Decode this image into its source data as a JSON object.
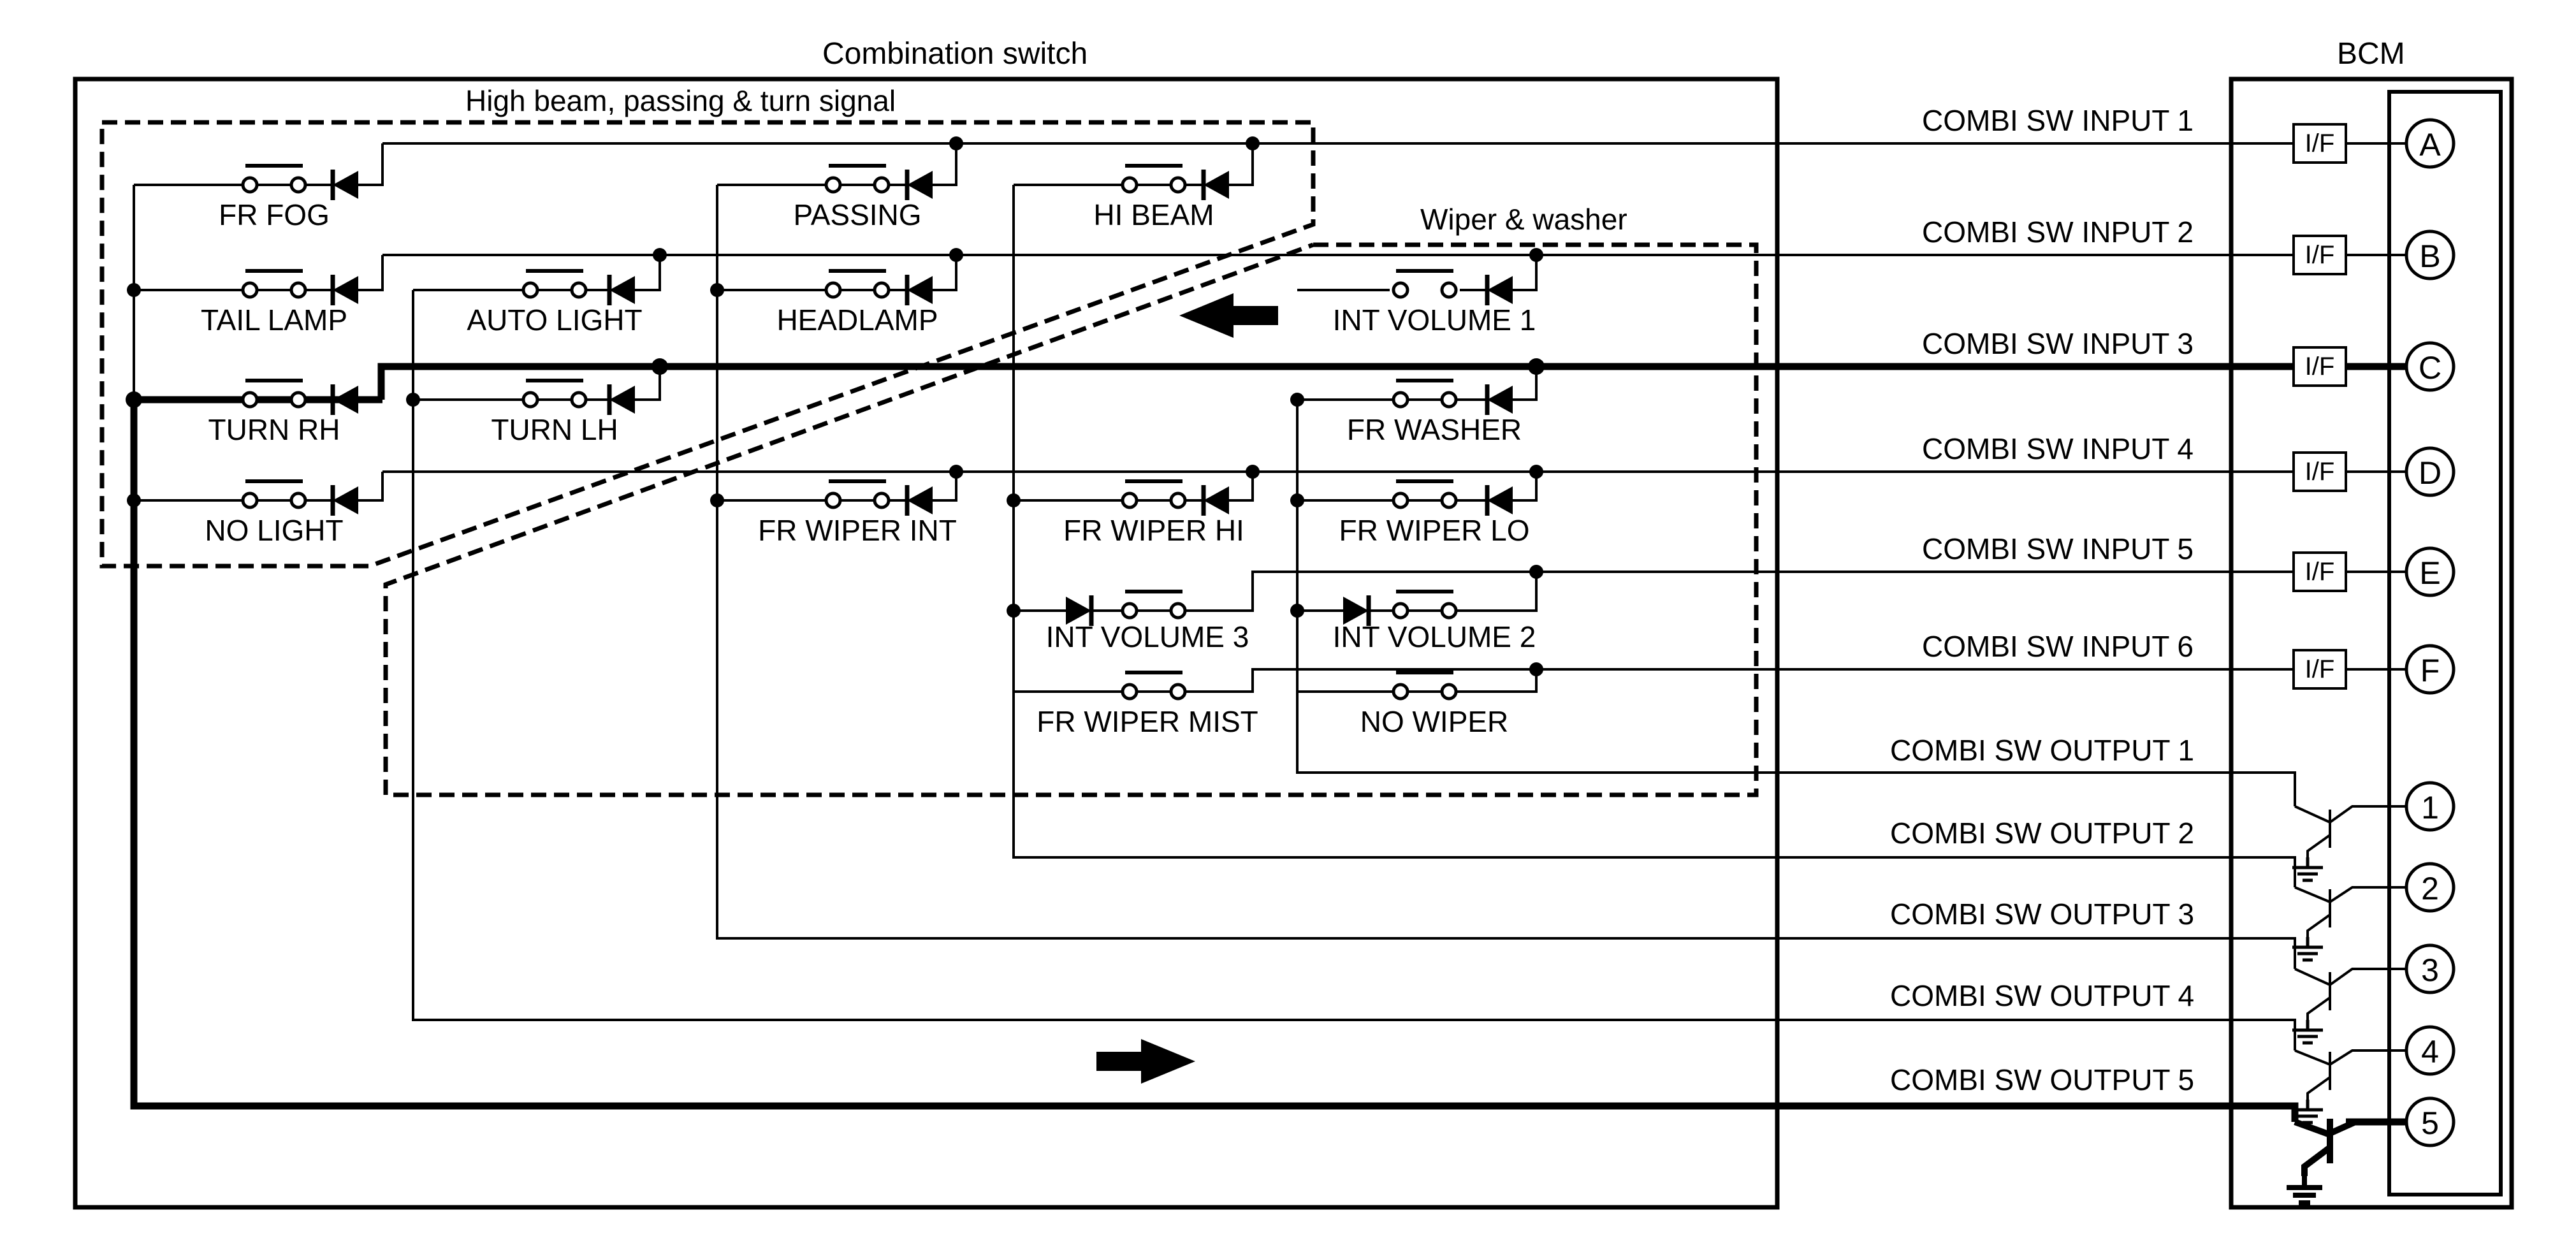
{
  "titles": {
    "combination_switch": "Combination switch",
    "bcm": "BCM",
    "high_beam_group": "High beam, passing & turn signal",
    "wiper_group": "Wiper & washer"
  },
  "switches": {
    "fr_fog": "FR FOG",
    "tail_lamp": "TAIL LAMP",
    "turn_rh": "TURN RH",
    "no_light": "NO LIGHT",
    "auto_light": "AUTO LIGHT",
    "turn_lh": "TURN LH",
    "passing": "PASSING",
    "headlamp": "HEADLAMP",
    "fr_wiper_int": "FR WIPER INT",
    "hi_beam": "HI BEAM",
    "fr_wiper_hi": "FR WIPER HI",
    "int_volume_3": "INT VOLUME 3",
    "fr_wiper_mist": "FR WIPER MIST",
    "int_volume_1": "INT VOLUME 1",
    "fr_washer": "FR WASHER",
    "fr_wiper_lo": "FR WIPER LO",
    "int_volume_2": "INT VOLUME 2",
    "no_wiper": "NO WIPER"
  },
  "signals": {
    "input_1": "COMBI SW INPUT 1",
    "input_2": "COMBI SW INPUT 2",
    "input_3": "COMBI SW INPUT 3",
    "input_4": "COMBI SW INPUT 4",
    "input_5": "COMBI SW INPUT 5",
    "input_6": "COMBI SW INPUT 6",
    "output_1": "COMBI SW OUTPUT 1",
    "output_2": "COMBI SW OUTPUT 2",
    "output_3": "COMBI SW OUTPUT 3",
    "output_4": "COMBI SW OUTPUT 4",
    "output_5": "COMBI SW OUTPUT 5"
  },
  "interface_label": "I/F",
  "bcm_pins": {
    "a": "A",
    "b": "B",
    "c": "C",
    "d": "D",
    "e": "E",
    "f": "F",
    "p1": "1",
    "p2": "2",
    "p3": "3",
    "p4": "4",
    "p5": "5"
  },
  "highlighted_path": [
    "COMBI SW INPUT 3",
    "TURN RH",
    "COMBI SW OUTPUT 5"
  ]
}
